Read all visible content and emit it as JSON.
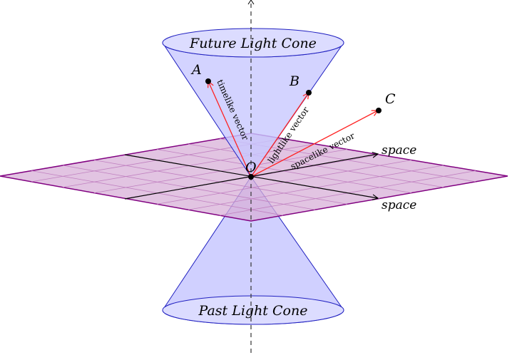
{
  "labels": {
    "future_cone": "Future Light Cone",
    "past_cone": "Past Light Cone",
    "origin": "O",
    "point_a": "A",
    "point_b": "B",
    "point_c": "C",
    "space_1": "space",
    "space_2": "space",
    "timelike": "timelike vector",
    "lightlike": "lightlike vector",
    "spacelike": "spacelike vector"
  },
  "colors": {
    "cone_fill": "#c8c8ff",
    "cone_stroke": "#2020c0",
    "plane_fill": "#d8b0d8",
    "plane_stroke": "#800080",
    "vector": "#ff2020"
  }
}
